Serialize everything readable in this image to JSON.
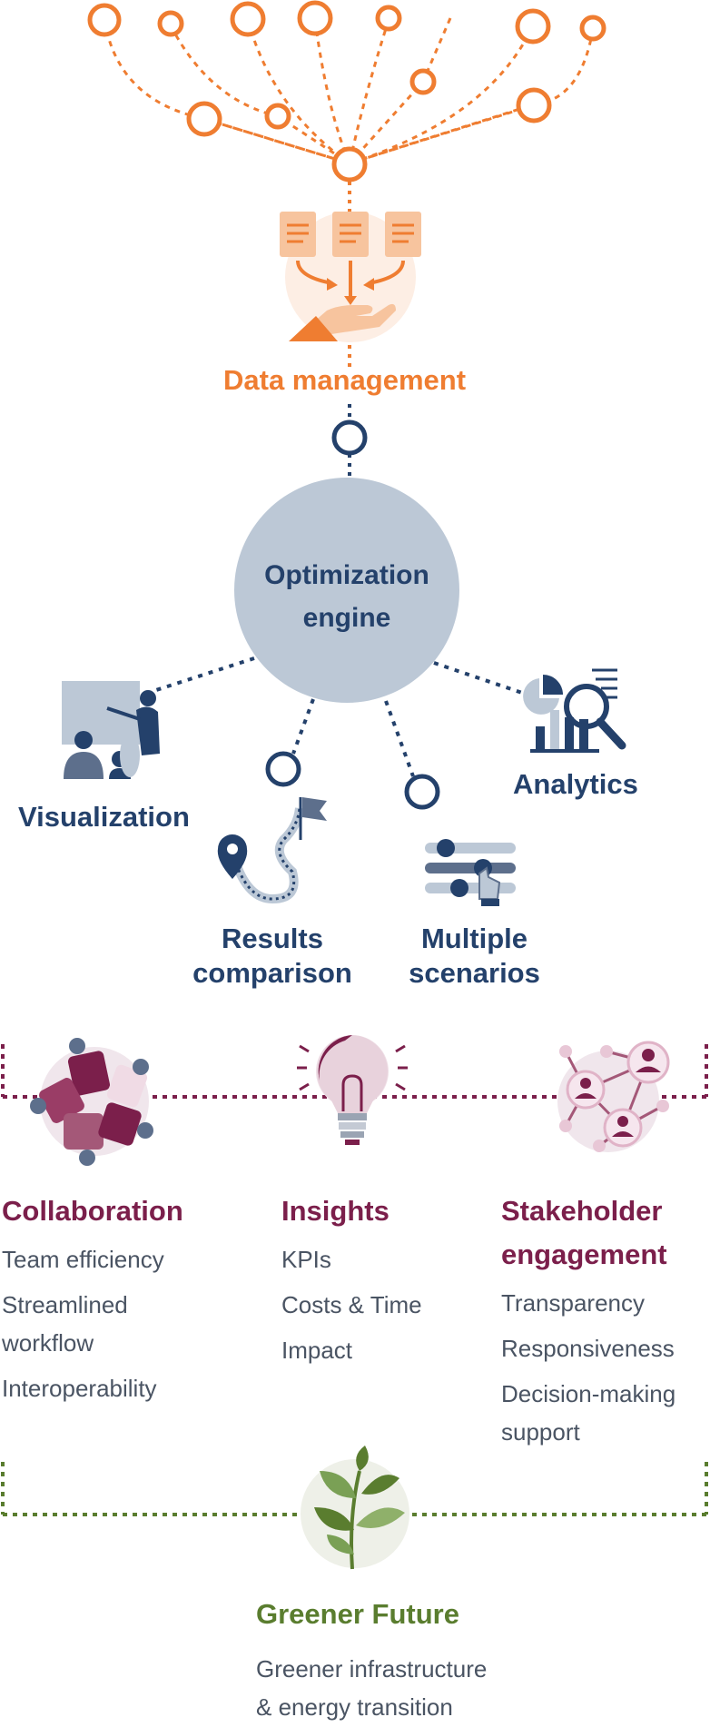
{
  "data_management": {
    "title": "Data management"
  },
  "engine": {
    "line1": "Optimization",
    "line2": "engine"
  },
  "modules": {
    "visualization": "Visualization",
    "analytics": "Analytics",
    "results": {
      "line1": "Results",
      "line2": "comparison"
    },
    "scenarios": {
      "line1": "Multiple",
      "line2": "scenarios"
    }
  },
  "benefits": {
    "collaboration": {
      "title": "Collaboration",
      "items": [
        "Team efficiency",
        "Streamlined",
        "workflow",
        "Interoperability"
      ]
    },
    "insights": {
      "title": "Insights",
      "items": [
        "KPIs",
        "Costs & Time",
        "Impact"
      ]
    },
    "stakeholder": {
      "title_line1": "Stakeholder",
      "title_line2": "engagement",
      "items": [
        "Transparency",
        "Responsiveness",
        "Decision-making",
        "support"
      ]
    }
  },
  "future": {
    "title": "Greener Future",
    "line1": "Greener infrastructure",
    "line2": "& energy transition"
  },
  "colors": {
    "orange": "#ef7d31",
    "navy": "#24416b",
    "maroon": "#7b1f4b",
    "green": "#5a7d2f",
    "engine_fill": "#bcc8d6"
  },
  "icons": [
    "data-source-node-icon",
    "documents-hand-icon",
    "presentation-icon",
    "analytics-chart-icon",
    "route-map-icon",
    "sliders-icon",
    "collaboration-puzzle-icon",
    "lightbulb-icon",
    "network-people-icon",
    "sprout-icon"
  ]
}
